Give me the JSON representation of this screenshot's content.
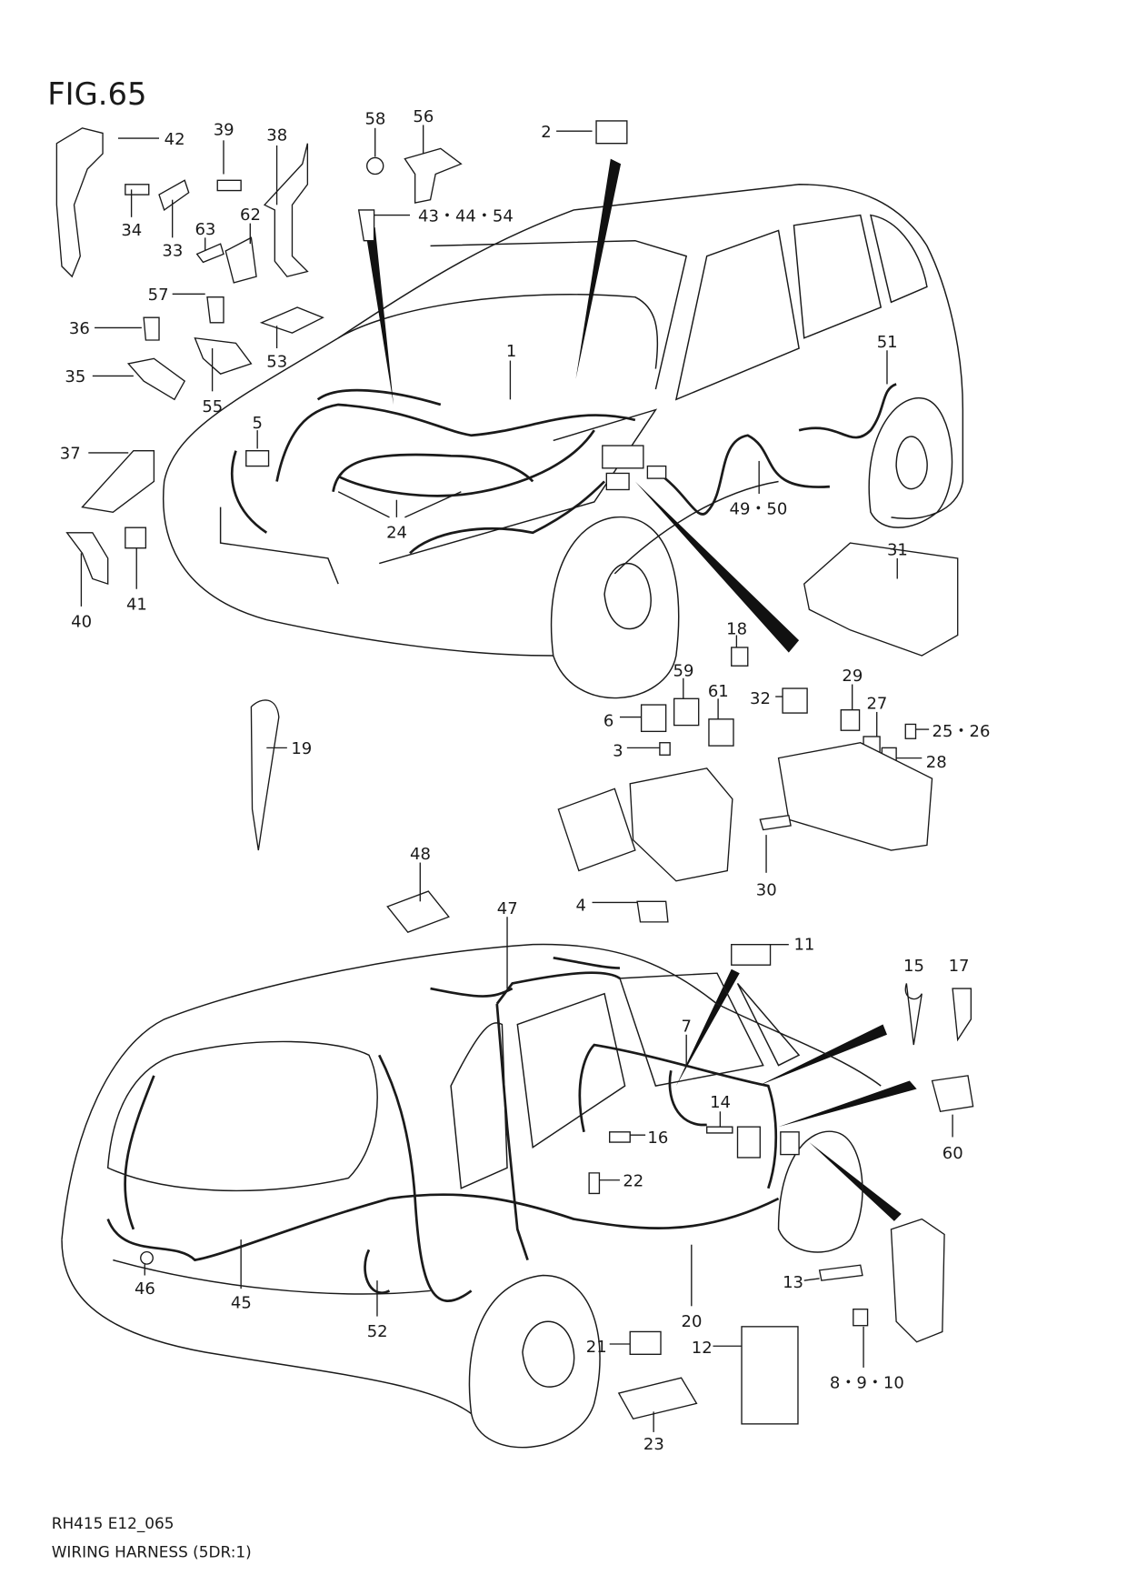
{
  "figure_title": "FIG.65",
  "callouts": {
    "c1": "1",
    "c2": "2",
    "c3": "3",
    "c4": "4",
    "c5": "5",
    "c6": "6",
    "c7": "7",
    "c8": "8・9・10",
    "c11": "11",
    "c12": "12",
    "c13": "13",
    "c14": "14",
    "c15": "15",
    "c16": "16",
    "c17": "17",
    "c18": "18",
    "c19": "19",
    "c20": "20",
    "c21": "21",
    "c22": "22",
    "c23": "23",
    "c24": "24",
    "c25": "25・26",
    "c27": "27",
    "c28": "28",
    "c29": "29",
    "c30": "30",
    "c31": "31",
    "c32": "32",
    "c33": "33",
    "c34": "34",
    "c35": "35",
    "c36": "36",
    "c37": "37",
    "c38": "38",
    "c39": "39",
    "c40": "40",
    "c41": "41",
    "c42": "42",
    "c43": "43・44・54",
    "c45": "45",
    "c46": "46",
    "c47": "47",
    "c48": "48",
    "c49": "49・50",
    "c51": "51",
    "c52": "52",
    "c53": "53",
    "c55": "55",
    "c56": "56",
    "c57": "57",
    "c58": "58",
    "c59": "59",
    "c60": "60",
    "c61": "61",
    "c62": "62",
    "c63": "63"
  },
  "footer": {
    "code": "RH415 E12_065",
    "caption": "WIRING HARNESS (5DR:1)"
  }
}
